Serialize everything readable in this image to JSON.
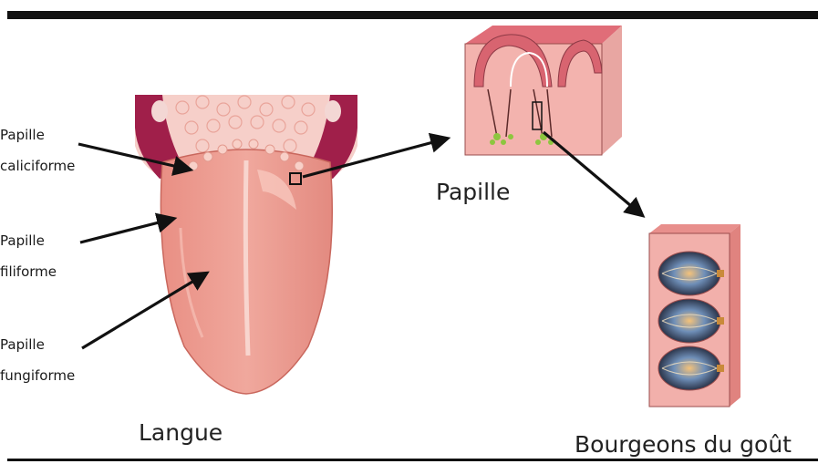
{
  "labels": {
    "caliciforme_line1": "Papille",
    "caliciforme_line2": "caliciforme",
    "filiforme_line1": "Papille",
    "filiforme_line2": "filiforme",
    "fungiforme_line1": "Papille",
    "fungiforme_line2": "fungiforme",
    "langue": "Langue",
    "papille": "Papille",
    "bourgeons": "Bourgeons du goût"
  },
  "colors": {
    "tongue": "#eb9a8f",
    "tongue_highlight": "#f8c7bd",
    "tongue_back": "#f5c9c3",
    "tonsil": "#a01f4a",
    "tissue": "#f2b0ab",
    "gum": "#e06d78",
    "nerve_green": "#8dc63f",
    "arrow": "#111111"
  },
  "icons": {
    "tongue": "tongue-illustration",
    "papilla_block": "papilla-tissue-block",
    "taste_bud_strip": "taste-bud-strip"
  }
}
